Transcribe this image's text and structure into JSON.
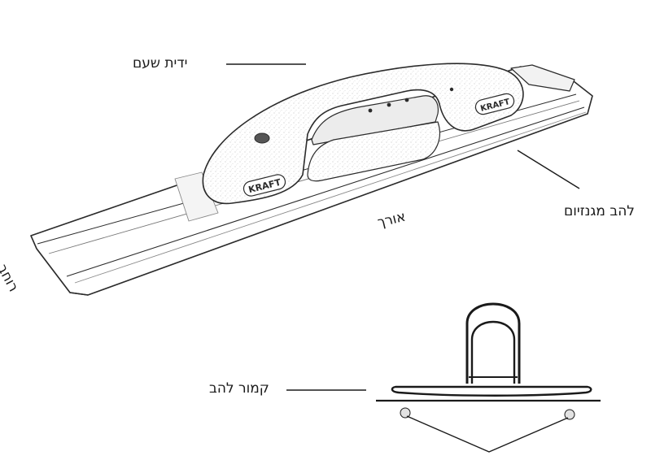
{
  "labels": {
    "handle": "ידית שעם",
    "blade": "להב מגנזיום",
    "length": "אורך",
    "width": "רוחב",
    "blade_curve": "קמור להב"
  },
  "handle_brand_text": "KRAFT",
  "colors": {
    "stroke": "#2b2b2b",
    "fill": "#ffffff",
    "shade": "#d9d9d9"
  }
}
